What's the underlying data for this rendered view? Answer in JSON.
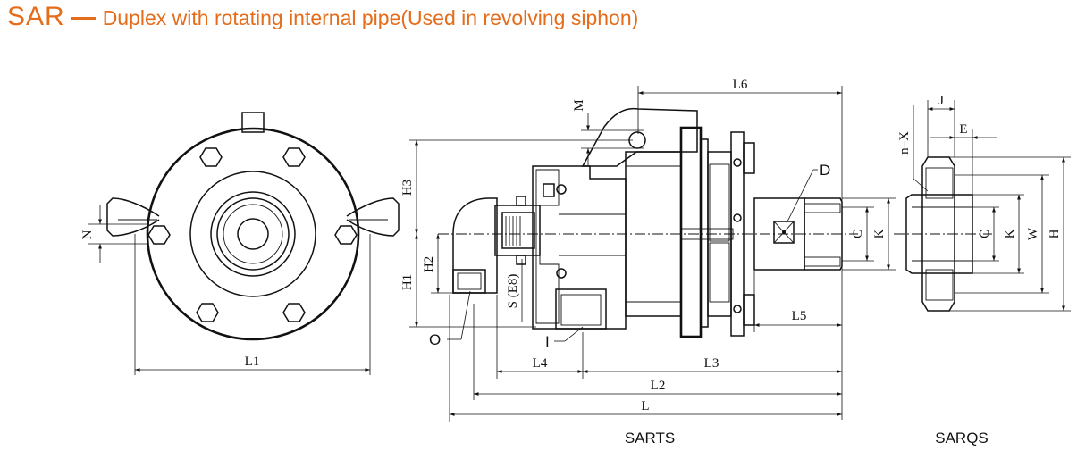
{
  "title": {
    "code": "SAR",
    "description": "Duplex with rotating internal pipe(Used in revolving siphon)",
    "color": "#e46c1a"
  },
  "views": {
    "front": {
      "dimensions": {
        "L1": "L1",
        "N": "N"
      }
    },
    "sarts": {
      "caption": "SARTS",
      "dimensions": {
        "L6": "L6",
        "M": "M",
        "D": "D",
        "H3": "H3",
        "H2": "H2",
        "H1": "H1",
        "S": "S (E8)",
        "C": "C",
        "K": "K",
        "L5": "L5",
        "O": "O",
        "I": "I",
        "L4": "L4",
        "L3": "L3",
        "L2": "L2",
        "L": "L"
      }
    },
    "sarqs": {
      "caption": "SARQS",
      "dimensions": {
        "J": "J",
        "E": "E",
        "nX": "n–X",
        "C": "C",
        "K": "K",
        "W": "W",
        "H": "H"
      }
    }
  }
}
